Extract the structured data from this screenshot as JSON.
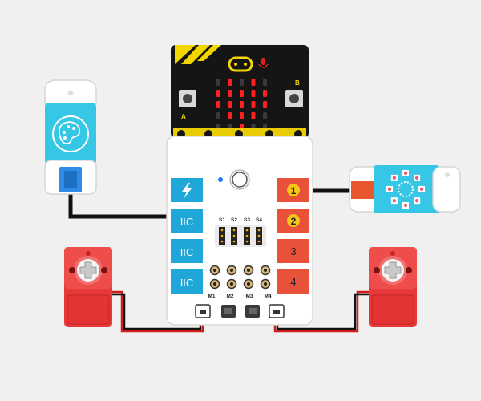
{
  "board": {
    "power_port_icon": "lightning-bolt-icon",
    "iic_ports": [
      "IIC",
      "IIC",
      "IIC"
    ],
    "servo_labels": [
      "S1",
      "S2",
      "S3",
      "S4"
    ],
    "motor_labels": [
      "M1",
      "M2",
      "M3",
      "M4"
    ],
    "io_ports": [
      "1",
      "2",
      "3",
      "4"
    ],
    "colors": {
      "blue_port": "#1fa7d8",
      "red_port": "#e8513a",
      "board": "#ffffff"
    }
  },
  "microbit": {
    "led_color": "#ff2020",
    "led_pattern": [
      [
        0,
        1,
        0,
        1,
        0
      ],
      [
        1,
        1,
        1,
        1,
        1
      ],
      [
        1,
        1,
        1,
        1,
        1
      ],
      [
        0,
        1,
        1,
        1,
        0
      ],
      [
        0,
        0,
        1,
        0,
        0
      ]
    ],
    "button_a_label": "A",
    "button_b_label": "B"
  },
  "modules": {
    "left_sensor": {
      "icon": "palette-icon",
      "color": "#36c6e6"
    },
    "right_module": {
      "icon": "rgb-ring-icon",
      "color": "#36c6e6"
    },
    "servos": {
      "color": "#e8393a"
    }
  }
}
